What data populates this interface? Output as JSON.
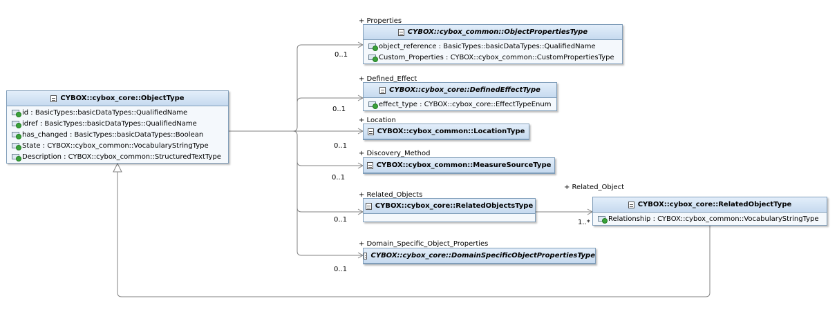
{
  "classes": {
    "object_type": {
      "name": "CYBOX::cybox_core::ObjectType",
      "attributes": [
        "id : BasicTypes::basicDataTypes::QualifiedName",
        "idref : BasicTypes::basicDataTypes::QualifiedName",
        "has_changed : BasicTypes::basicDataTypes::Boolean",
        "State : CYBOX::cybox_common::VocabularyStringType",
        "Description : CYBOX::cybox_common::StructuredTextType"
      ]
    },
    "object_properties": {
      "name": "CYBOX::cybox_common::ObjectPropertiesType",
      "attributes": [
        "object_reference : BasicTypes::basicDataTypes::QualifiedName",
        "Custom_Properties : CYBOX::cybox_common::CustomPropertiesType"
      ]
    },
    "defined_effect": {
      "name": "CYBOX::cybox_core::DefinedEffectType",
      "attributes": [
        "effect_type : CYBOX::cybox_core::EffectTypeEnum"
      ]
    },
    "location": {
      "name": "CYBOX::cybox_common::LocationType"
    },
    "measure_source": {
      "name": "CYBOX::cybox_common::MeasureSourceType"
    },
    "related_objects": {
      "name": "CYBOX::cybox_core::RelatedObjectsType"
    },
    "related_object": {
      "name": "CYBOX::cybox_core::RelatedObjectType",
      "attributes": [
        "Relationship : CYBOX::cybox_common::VocabularyStringType"
      ]
    },
    "domain_specific": {
      "name": "CYBOX::cybox_core::DomainSpecificObjectPropertiesType"
    }
  },
  "associations": {
    "properties": {
      "role": "+ Properties",
      "multiplicity": "0..1"
    },
    "defined_effect": {
      "role": "+ Defined_Effect",
      "multiplicity": "0..1"
    },
    "location": {
      "role": "+ Location",
      "multiplicity": "0..1"
    },
    "discovery_method": {
      "role": "+ Discovery_Method",
      "multiplicity": "0..1"
    },
    "related_objects": {
      "role": "+ Related_Objects",
      "multiplicity": "0..1"
    },
    "domain_specific": {
      "role": "+ Domain_Specific_Object_Properties",
      "multiplicity": "0..1"
    },
    "related_object": {
      "role": "+ Related_Object",
      "multiplicity": "1..*"
    }
  },
  "colors": {
    "border": "#7f9db9",
    "header_top": "#e3eefa",
    "header_bottom": "#c6daef",
    "line": "#808080"
  }
}
